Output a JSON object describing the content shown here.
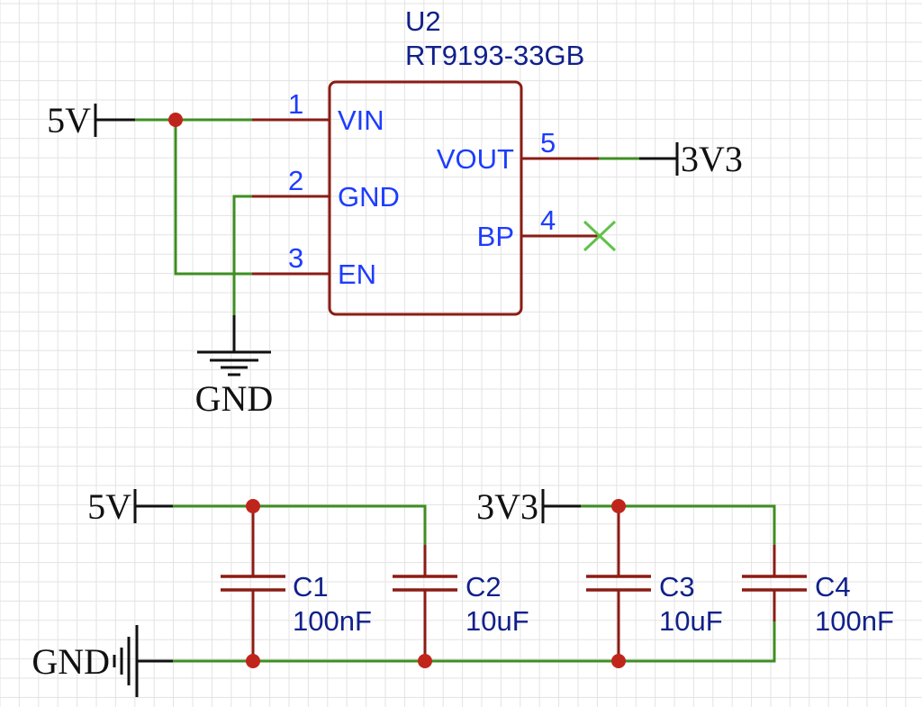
{
  "u2": {
    "ref": "U2",
    "value": "RT9193-33GB",
    "pins": [
      {
        "num": "1",
        "name": "VIN"
      },
      {
        "num": "2",
        "name": "GND"
      },
      {
        "num": "3",
        "name": "EN"
      },
      {
        "num": "5",
        "name": "VOUT"
      },
      {
        "num": "4",
        "name": "BP"
      }
    ]
  },
  "nets": {
    "vin": "5V",
    "vout": "3V3",
    "gnd": "GND"
  },
  "capacitors": [
    {
      "ref": "C1",
      "value": "100nF"
    },
    {
      "ref": "C2",
      "value": "10uF"
    },
    {
      "ref": "C3",
      "value": "10uF"
    },
    {
      "ref": "C4",
      "value": "100nF"
    }
  ],
  "colors": {
    "wire": "#3e8e22",
    "component": "#8b1c14",
    "junction": "#c0251b",
    "label": "#10208a",
    "pin_text": "#1d3cff",
    "no_connect": "#5fc24a"
  }
}
